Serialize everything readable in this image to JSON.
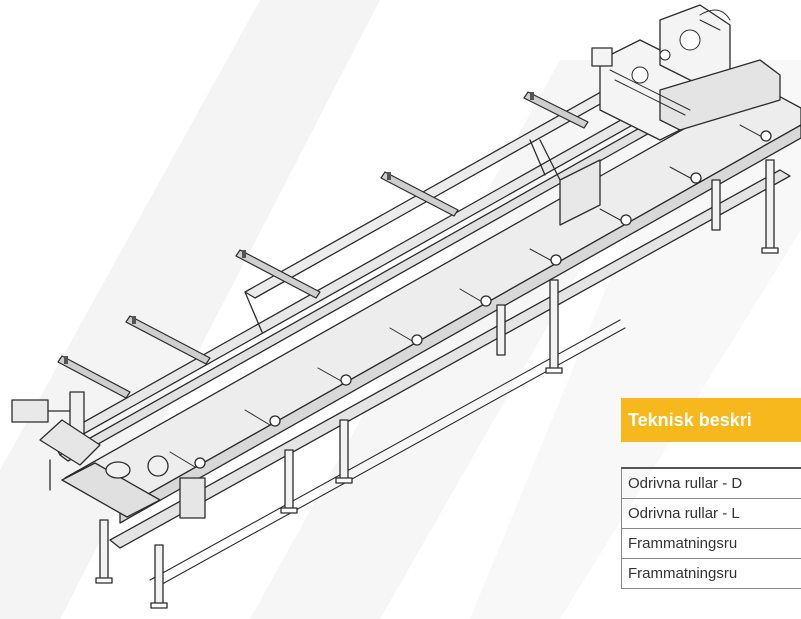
{
  "spec": {
    "title": "Teknisk beskri",
    "rows": [
      {
        "label": "Odrivna rullar - D"
      },
      {
        "label": "Odrivna rullar - L"
      },
      {
        "label": "Frammatningsru"
      },
      {
        "label": "Frammatningsru"
      }
    ]
  },
  "colors": {
    "accent": "#f6b81d",
    "line": "#2b2b2b",
    "frame_fill": "#e6e6e6",
    "stripe": "#f3f3f3"
  },
  "icons": [
    "conveyor-machine-illustration"
  ]
}
